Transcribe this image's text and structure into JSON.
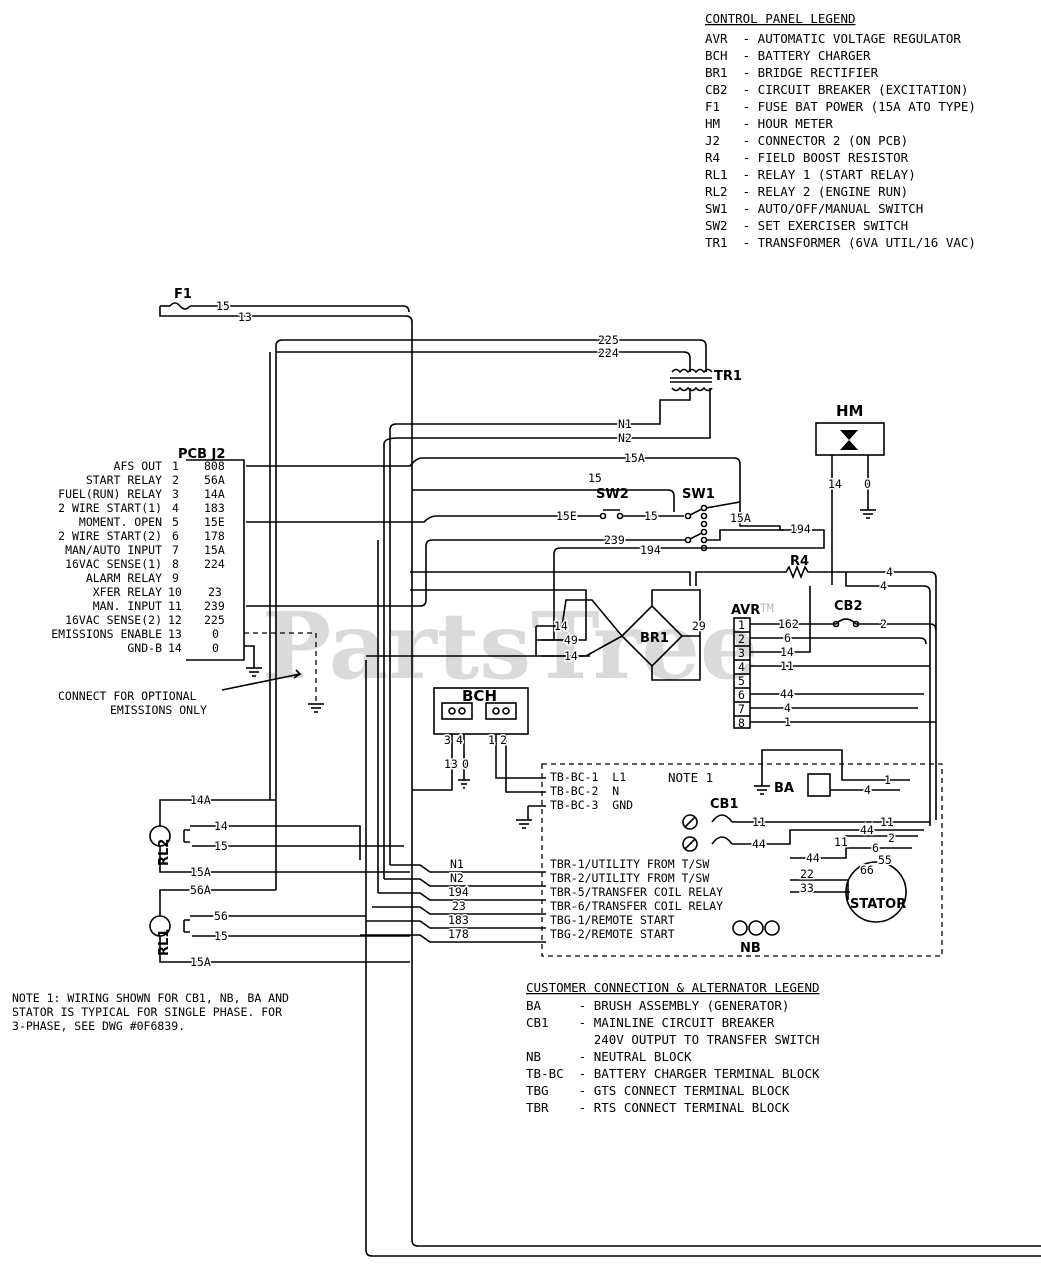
{
  "control_legend": {
    "title": "CONTROL PANEL LEGEND",
    "items": [
      "AVR  - AUTOMATIC VOLTAGE REGULATOR",
      "BCH  - BATTERY CHARGER",
      "BR1  - BRIDGE RECTIFIER",
      "CB2  - CIRCUIT BREAKER (EXCITATION)",
      "F1   - FUSE BAT POWER (15A ATO TYPE)",
      "HM   - HOUR METER",
      "J2   - CONNECTOR 2 (ON PCB)",
      "R4   - FIELD BOOST RESISTOR",
      "RL1  - RELAY 1 (START RELAY)",
      "RL2  - RELAY 2 (ENGINE RUN)",
      "SW1  - AUTO/OFF/MANUAL SWITCH",
      "SW2  - SET EXERCISER SWITCH",
      "TR1  - TRANSFORMER (6VA UTIL/16 VAC)"
    ]
  },
  "pcb": {
    "title": "PCB J2",
    "pins": [
      {
        "label": "AFS OUT",
        "num": "1",
        "wire": "808"
      },
      {
        "label": "START RELAY",
        "num": "2",
        "wire": "56A"
      },
      {
        "label": "FUEL(RUN) RELAY",
        "num": "3",
        "wire": "14A"
      },
      {
        "label": "2 WIRE START(1)",
        "num": "4",
        "wire": "183"
      },
      {
        "label": "MOMENT. OPEN",
        "num": "5",
        "wire": "15E"
      },
      {
        "label": "2 WIRE START(2)",
        "num": "6",
        "wire": "178"
      },
      {
        "label": "MAN/AUTO INPUT",
        "num": "7",
        "wire": "15A"
      },
      {
        "label": "16VAC SENSE(1)",
        "num": "8",
        "wire": "224"
      },
      {
        "label": "ALARM RELAY",
        "num": "9",
        "wire": ""
      },
      {
        "label": "XFER RELAY",
        "num": "10",
        "wire": "23"
      },
      {
        "label": "MAN. INPUT",
        "num": "11",
        "wire": "239"
      },
      {
        "label": "16VAC SENSE(2)",
        "num": "12",
        "wire": "225"
      },
      {
        "label": "EMISSIONS ENABLE",
        "num": "13",
        "wire": "0"
      },
      {
        "label": "GND-B",
        "num": "14",
        "wire": "0"
      }
    ]
  },
  "components": {
    "f1": "F1",
    "tr1": "TR1",
    "hm": "HM",
    "sw1": "SW1",
    "sw2": "SW2",
    "r4": "R4",
    "cb2": "CB2",
    "avr": "AVR",
    "br1": "BR1",
    "bch": "BCH",
    "rl1": "RL1",
    "rl2": "RL2",
    "cb1": "CB1",
    "ba": "BA",
    "nb": "NB",
    "stator": "STATOR",
    "note1": "NOTE 1"
  },
  "avr_pins": [
    "1",
    "2",
    "3",
    "4",
    "5",
    "6",
    "7",
    "8"
  ],
  "avr_wires": [
    "162",
    "6",
    "14",
    "11",
    "",
    "44",
    "4",
    "1"
  ],
  "wire_labels": {
    "w15_top": "15",
    "w13_top": "13",
    "w225": "225",
    "w224": "224",
    "n1": "N1",
    "n2": "N2",
    "w15a_top": "15A",
    "w15_mid": "15",
    "w15e": "15E",
    "w15_sw": "15",
    "w15a_sw": "15A",
    "w194": "194",
    "w239": "239",
    "w194b": "194",
    "hm14": "14",
    "hm0": "0",
    "r4_4a": "4",
    "r4_4b": "4",
    "cb2_2": "2",
    "br14a": "14",
    "br49": "49",
    "br14b": "14",
    "br29": "29",
    "bch3": "3",
    "bch4": "4",
    "bch1": "1",
    "bch2": "2",
    "bch13": "13",
    "bch0": "0",
    "rl2_14a": "14A",
    "rl2_14": "14",
    "rl2_15": "15",
    "rl2_15a": "15A",
    "rl1_56a": "56A",
    "rl1_56": "56",
    "rl1_15": "15",
    "rl1_15a": "15A",
    "ba1": "1",
    "ba4": "4",
    "cb1_11": "11",
    "cb1_44": "44",
    "s11": "11",
    "s44": "44",
    "s2": "2",
    "s6": "6",
    "s11b": "11",
    "s55": "55",
    "s66": "66",
    "s44b": "44",
    "s22": "22",
    "s33": "33",
    "emis0": "0",
    "gnd0": "0"
  },
  "terminals": {
    "bc": [
      "TB-BC-1  L1",
      "TB-BC-2  N",
      "TB-BC-3  GND"
    ],
    "left": [
      "N1",
      "N2",
      "194",
      "23",
      "183",
      "178"
    ],
    "tbr": [
      "TBR-1/UTILITY FROM T/SW",
      "TBR-2/UTILITY FROM T/SW",
      "TBR-5/TRANSFER COIL RELAY",
      "TBR-6/TRANSFER COIL RELAY",
      "TBG-1/REMOTE START",
      "TBG-2/REMOTE START"
    ]
  },
  "emissions_note": [
    "CONNECT FOR OPTIONAL",
    "EMISSIONS ONLY"
  ],
  "note1_text": [
    "NOTE 1: WIRING SHOWN FOR CB1, NB, BA AND",
    "STATOR IS TYPICAL FOR SINGLE PHASE. FOR",
    "3-PHASE, SEE DWG #0F6839."
  ],
  "customer_legend": {
    "title": "CUSTOMER CONNECTION & ALTERNATOR LEGEND",
    "items": [
      "BA     - BRUSH ASSEMBLY (GENERATOR)",
      "CB1    - MAINLINE CIRCUIT BREAKER",
      "         240V OUTPUT TO TRANSFER SWITCH",
      "NB     - NEUTRAL BLOCK",
      "TB-BC  - BATTERY CHARGER TERMINAL BLOCK",
      "TBG    - GTS CONNECT TERMINAL BLOCK",
      "TBR    - RTS CONNECT TERMINAL BLOCK"
    ]
  },
  "watermark": "PartsTree",
  "watermark_tm": "TM"
}
